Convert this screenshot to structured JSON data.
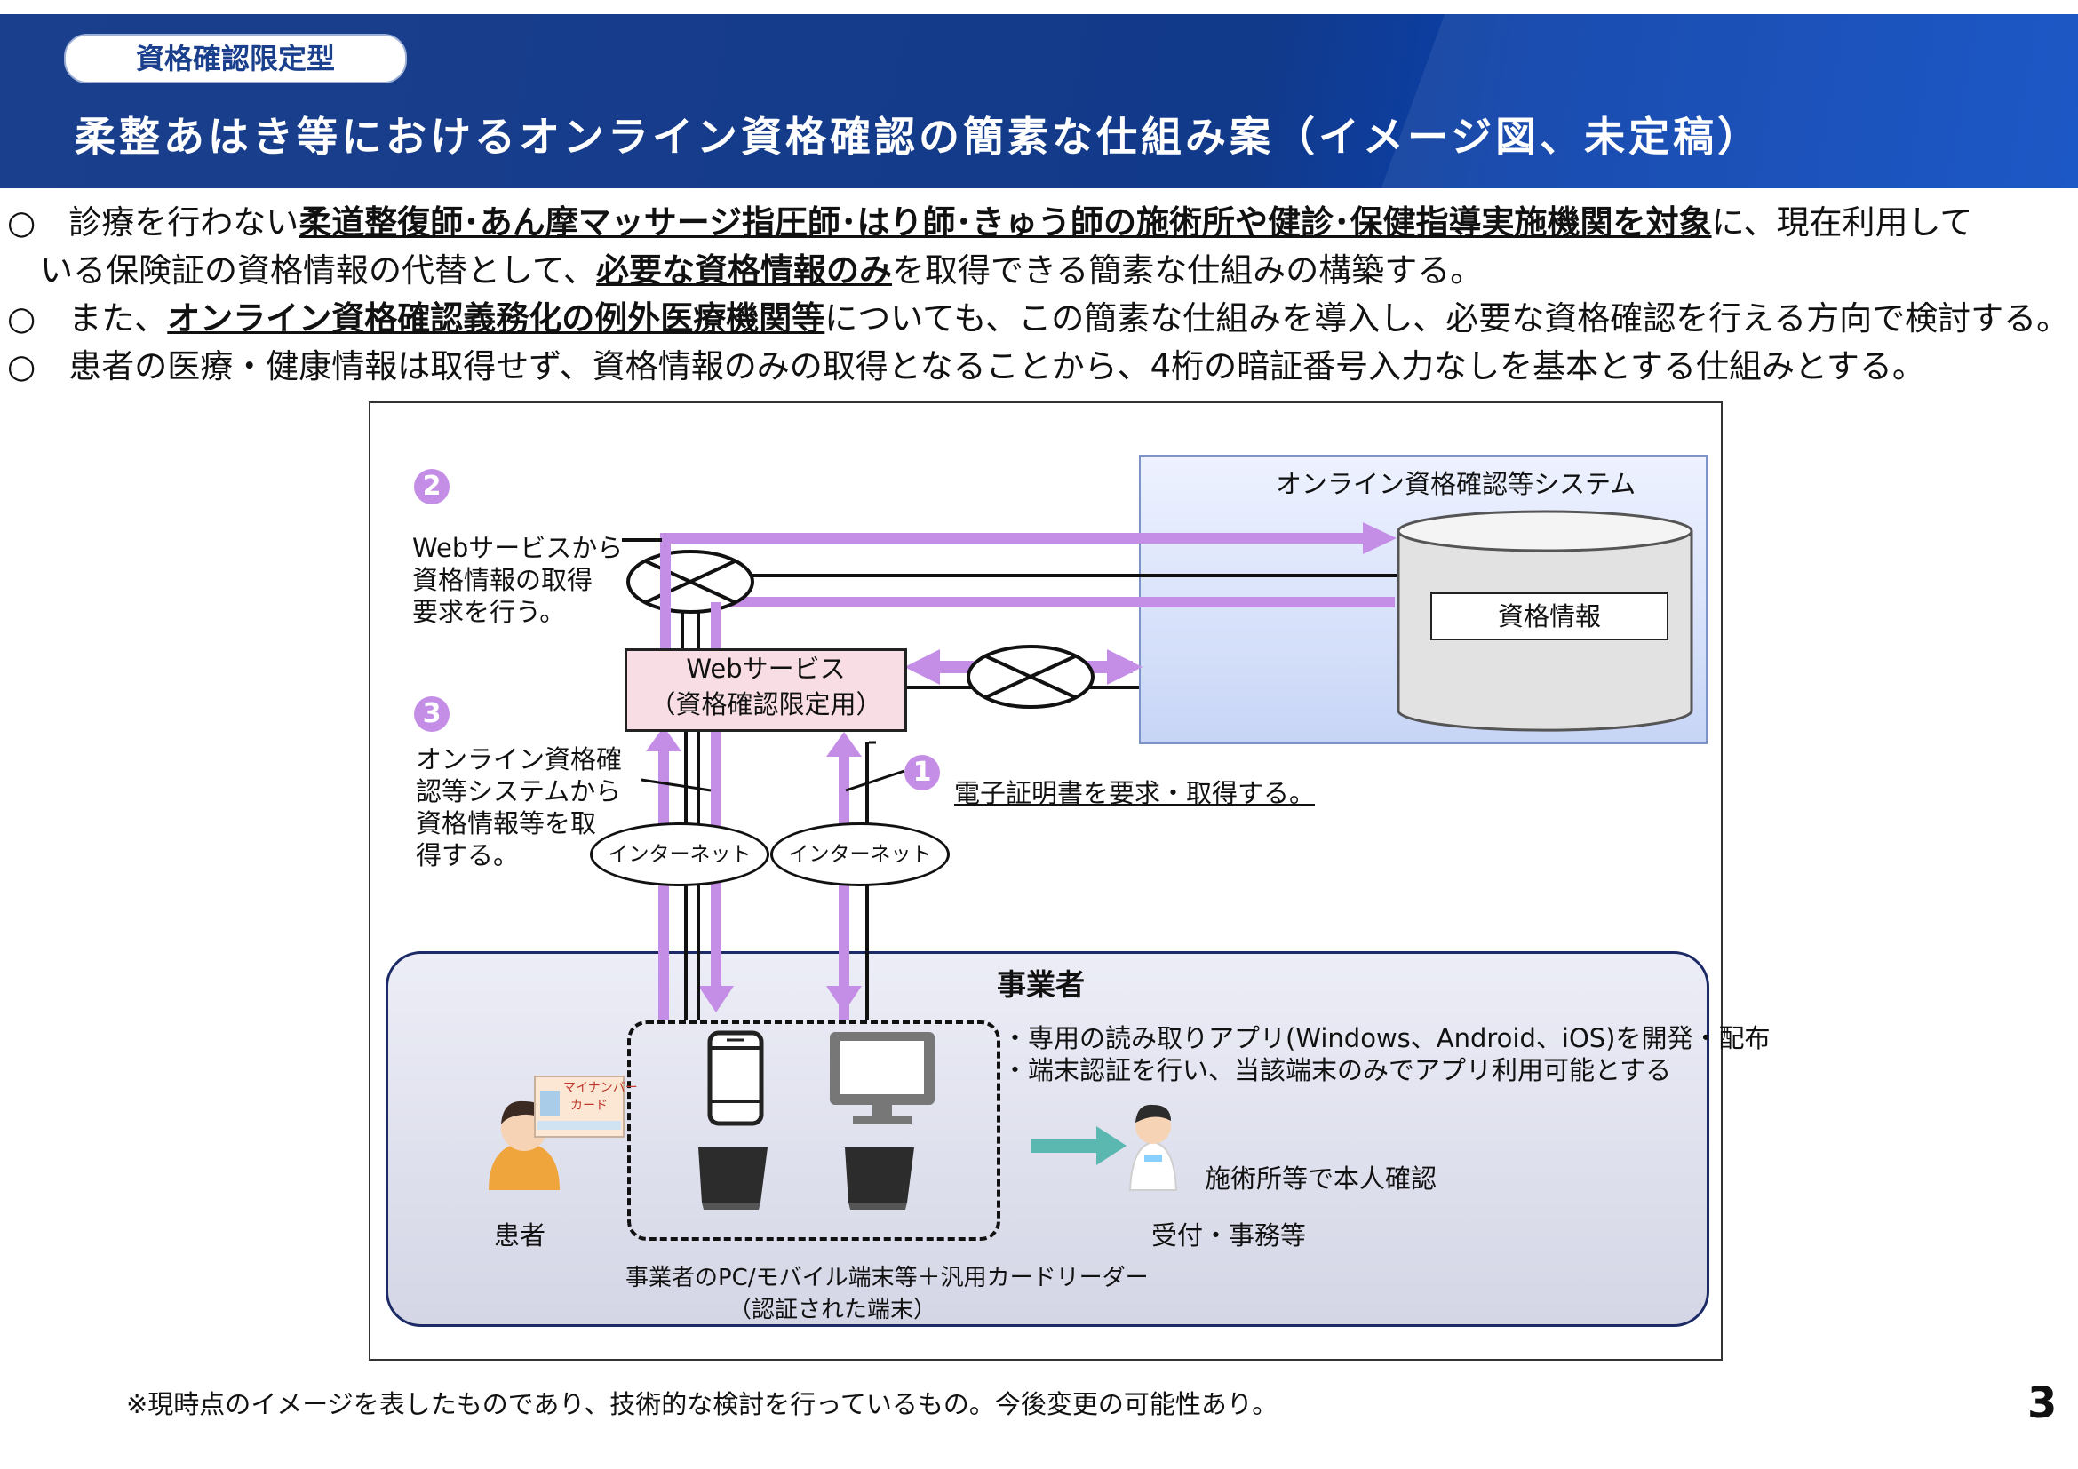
{
  "header": {
    "badge": "資格確認限定型",
    "title": "柔整あはき等におけるオンライン資格確認の簡素な仕組み案（イメージ図、未定稿）"
  },
  "bullets": [
    {
      "parts": [
        {
          "t": "○　診療を行わない",
          "b": false
        },
        {
          "t": "柔道整復師･あん摩マッサージ指圧師･はり師･きゅう師の施術所や健診･保健指導実施機関を対象",
          "b": true
        },
        {
          "t": "に、現在利用して",
          "b": false
        }
      ]
    },
    {
      "parts": [
        {
          "t": "　いる保険証の資格情報の代替として、",
          "b": false
        },
        {
          "t": "必要な資格情報のみ",
          "b": true
        },
        {
          "t": "を取得できる簡素な仕組みの構築する。",
          "b": false
        }
      ]
    },
    {
      "parts": [
        {
          "t": "○　また、",
          "b": false
        },
        {
          "t": "オンライン資格確認義務化の例外医療機関等",
          "b": true
        },
        {
          "t": "についても、この簡素な仕組みを導入し、必要な資格確認を行える方向で検討する。",
          "b": false
        }
      ]
    },
    {
      "parts": [
        {
          "t": "○　患者の医療・健康情報は取得せず、資格情報のみの取得となることから、4桁の暗証番号入力なしを基本とする仕組みとする。",
          "b": false
        }
      ]
    }
  ],
  "diagram": {
    "system_title": "オンライン資格確認等システム",
    "db_label": "資格情報",
    "web_service_line1": "Webサービス",
    "web_service_line2": "（資格確認限定用）",
    "step2_num": "2",
    "step2_lines": [
      "Webサービスから",
      "資格情報の取得",
      "要求を行う。"
    ],
    "step3_num": "3",
    "step3_lines": [
      "オンライン資格確",
      "認等システムから",
      "資格情報等を取",
      "得する。"
    ],
    "step1_num": "1",
    "step1_text": "電子証明書を要求・取得する。",
    "internet_left": "インターネット",
    "internet_right": "インターネット",
    "business_title": "事業者",
    "business_notes": [
      "・専用の読み取りアプリ(Windows、Android、iOS)を開発・配布",
      "・端末認証を行い、当該端末のみでアプリ利用可能とする"
    ],
    "card_line1": "マイナンバー",
    "card_line2": "カード",
    "patient": "患者",
    "clinic_confirm": "施術所等で本人確認",
    "reception": "受付・事務等",
    "device_caption1": "事業者のPC/モバイル端末等＋汎用カードリーダー",
    "device_caption2": "（認証された端末）"
  },
  "footnote": "※現時点のイメージを表したものであり、技術的な検討を行っているもの。今後変更の可能性あり。",
  "page_number": "3",
  "colors": {
    "header": "#1a3f8c",
    "arrow": "#c48ee6",
    "teal": "#5bb8b0",
    "web_box": "#f8dde4"
  }
}
